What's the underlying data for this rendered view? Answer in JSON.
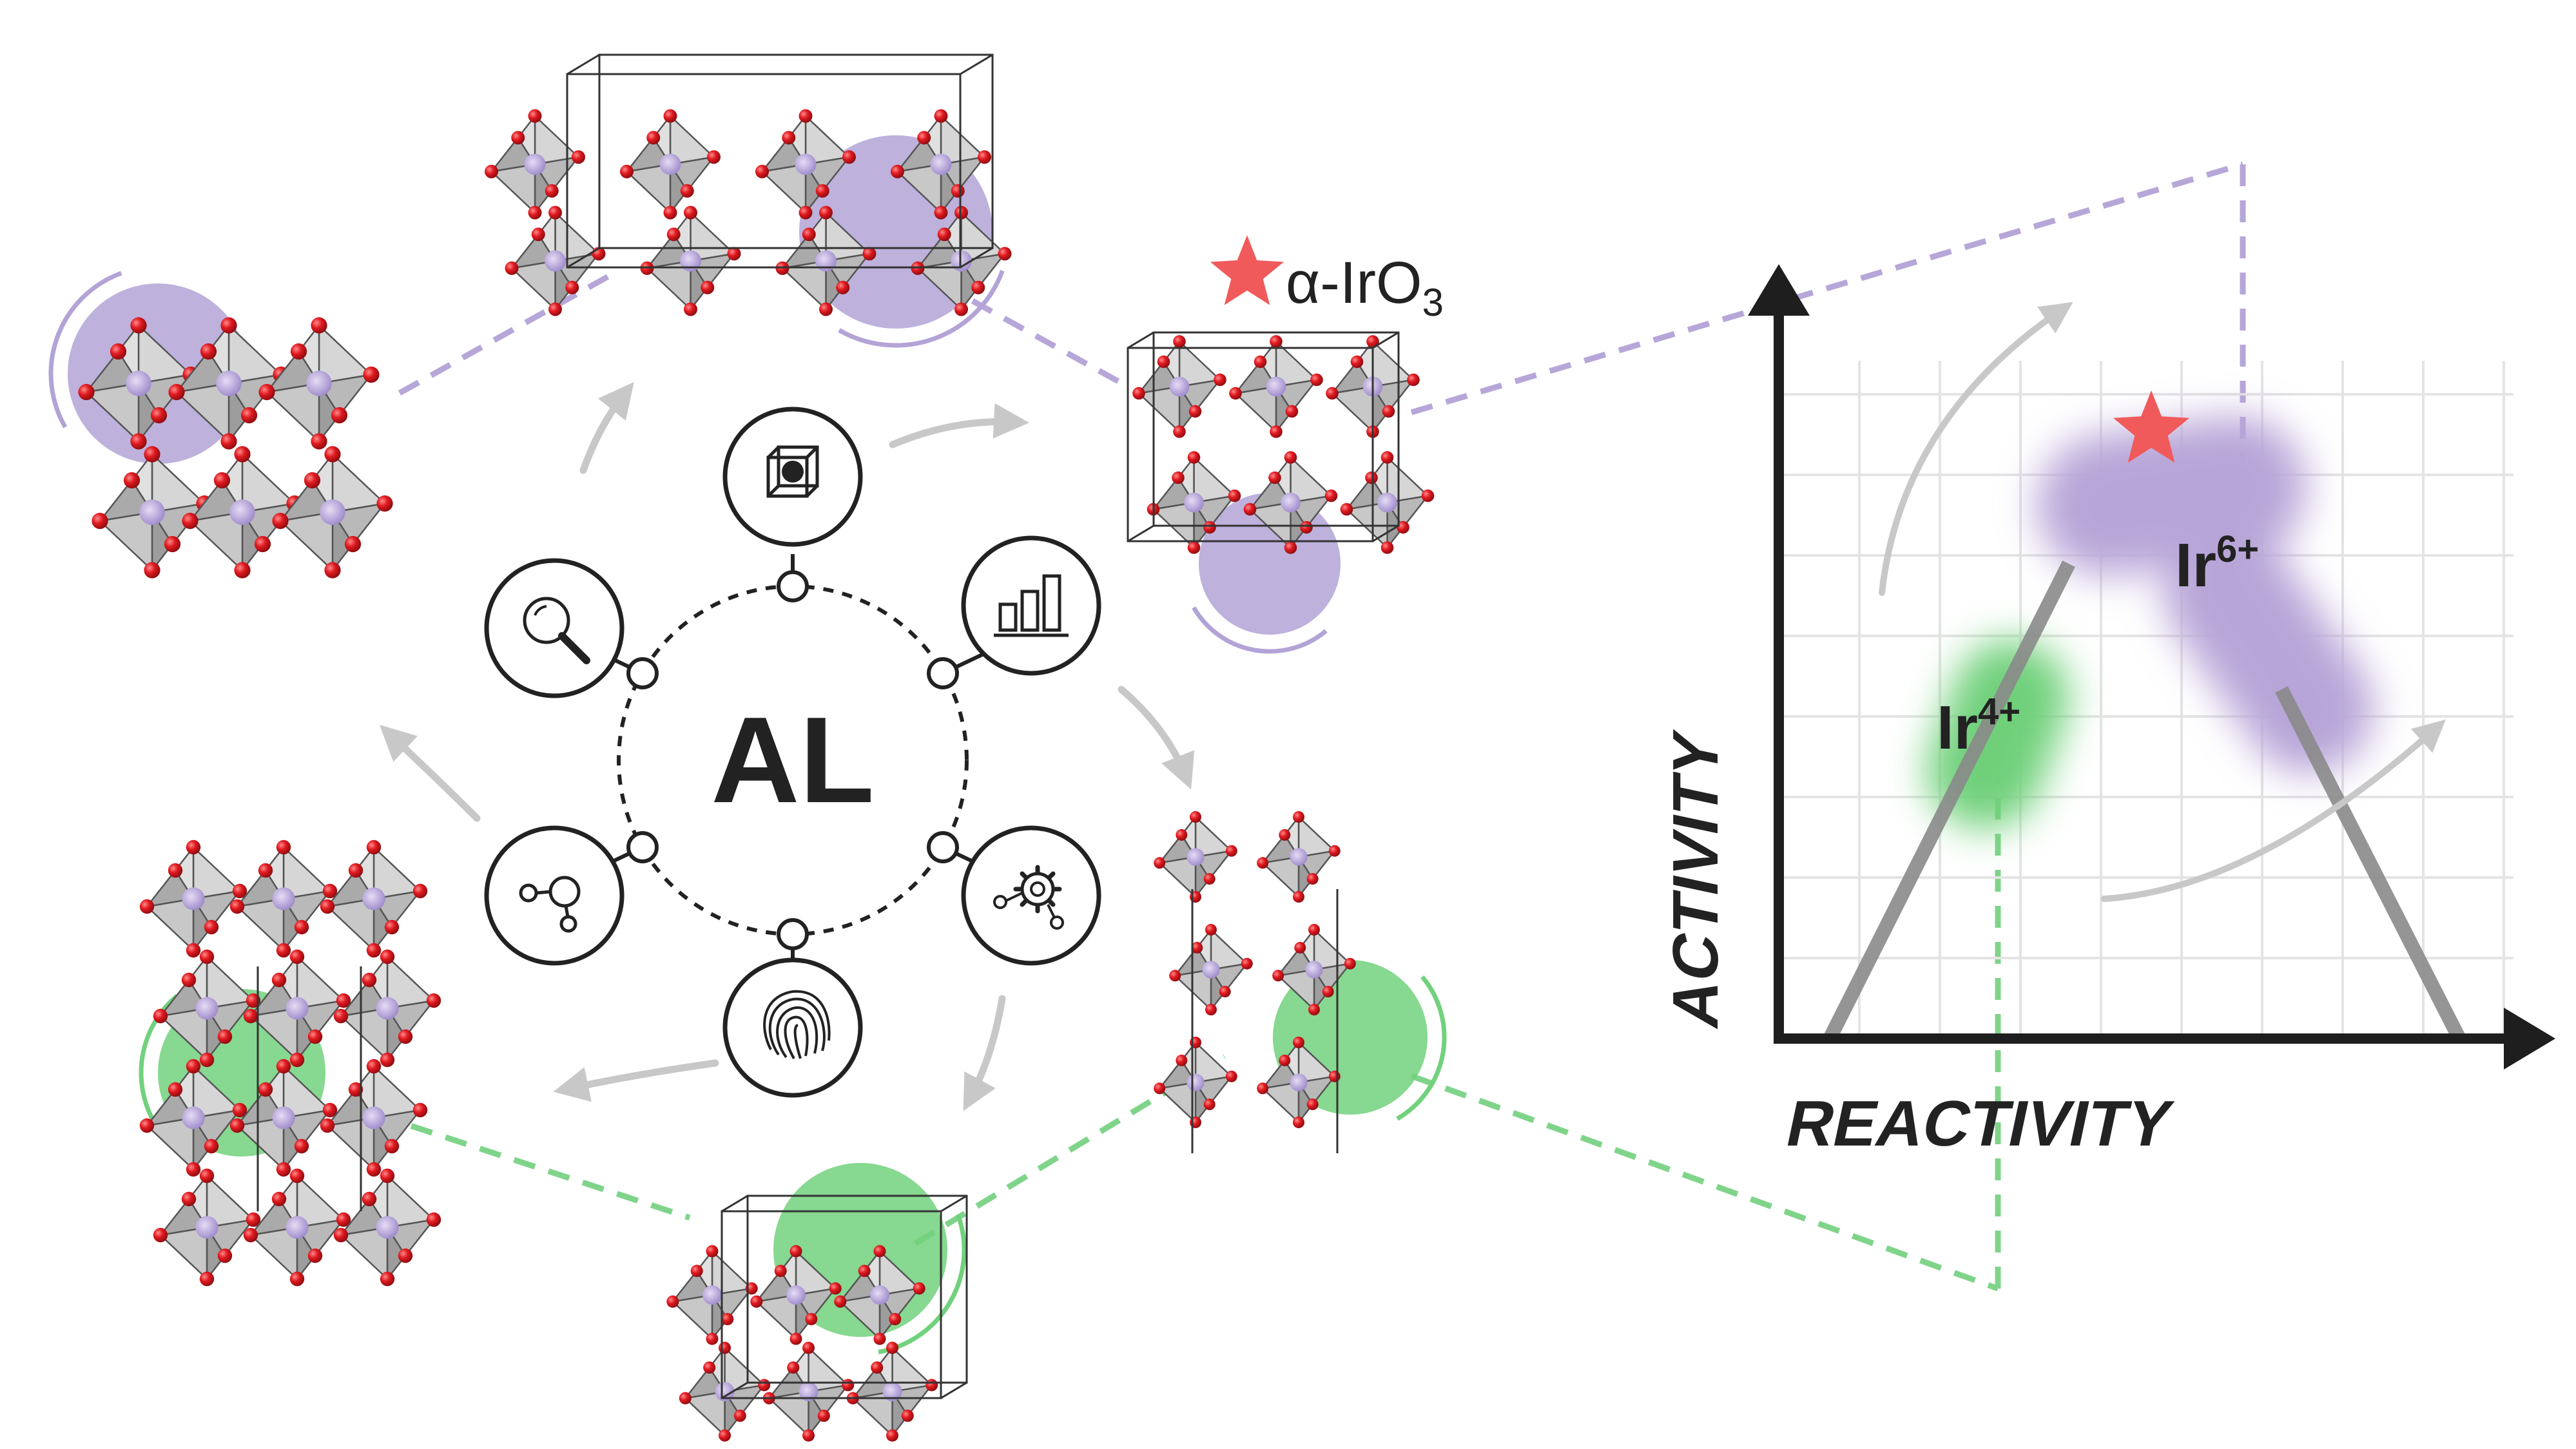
{
  "cycle": {
    "center_label": "AL",
    "nodes": [
      {
        "name": "unit-cell-icon"
      },
      {
        "name": "bar-chart-icon"
      },
      {
        "name": "gear-network-icon"
      },
      {
        "name": "fingerprint-icon"
      },
      {
        "name": "graph-nodes-icon"
      },
      {
        "name": "magnifier-icon"
      }
    ]
  },
  "annotation": {
    "compound_prefix": "α-IrO",
    "compound_subscript": "3",
    "star_color": "#f05a5a"
  },
  "chart": {
    "y_axis_label": "ACTIVITY",
    "x_axis_label": "REACTIVITY",
    "regions": [
      {
        "base": "Ir",
        "superscript": "4+",
        "color": "#6fd07a"
      },
      {
        "base": "Ir",
        "superscript": "6+",
        "color": "#b8a5d8"
      }
    ]
  },
  "colors": {
    "purple": "#b3a3d6",
    "green": "#72d17d",
    "dashed_purple": "#b7a6d8",
    "dashed_green": "#7fd48a",
    "oxygen": "#d8141b",
    "octahedron": "#a9a9a9",
    "axis": "#1e1e1e",
    "arrow": "#c8c8c8"
  }
}
